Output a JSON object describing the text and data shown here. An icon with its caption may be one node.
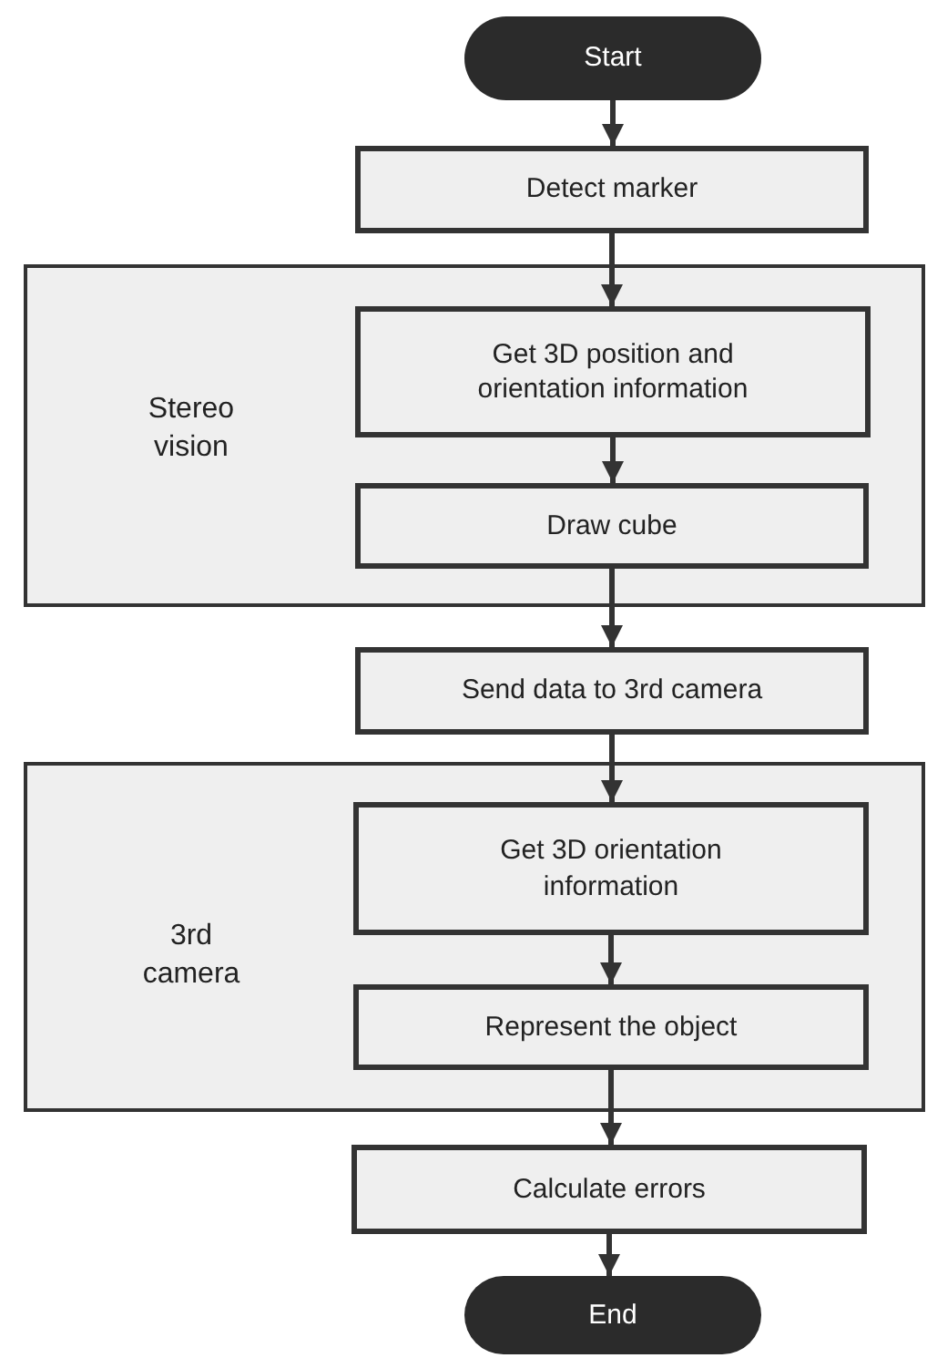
{
  "diagram": {
    "nodes": [
      {
        "text": [
          "Start"
        ]
      },
      {
        "text": [
          "Detect marker"
        ]
      },
      {
        "text": [
          "Stereo vision"
        ]
      },
      {
        "text": [
          "Get 3D position and orientation information"
        ],
        "in": 2
      },
      {
        "text": [
          "Draw cube"
        ],
        "in": 2
      },
      {
        "text": [
          "Send data to 3rd camera"
        ]
      },
      {
        "text": [
          "3rd camera"
        ]
      },
      {
        "text": [
          "Get 3D orientation information"
        ],
        "in": 6
      },
      {
        "text": [
          "Represent the object"
        ],
        "in": 6
      },
      {
        "text": [
          "Calculate errors"
        ]
      },
      {
        "text": [
          "End"
        ]
      }
    ],
    "edges": [
      {
        "from": 0,
        "to": 1,
        "arrow": "to"
      },
      {
        "from": 1,
        "to": 3,
        "arrow": "to"
      },
      {
        "from": 3,
        "to": 4,
        "arrow": "to"
      },
      {
        "from": 4,
        "to": 5,
        "arrow": "to"
      },
      {
        "from": 5,
        "to": 7,
        "arrow": "to"
      },
      {
        "from": 7,
        "to": 8,
        "arrow": "to"
      },
      {
        "from": 8,
        "to": 9,
        "arrow": "to"
      },
      {
        "from": 9,
        "to": 10,
        "arrow": "to"
      }
    ]
  }
}
